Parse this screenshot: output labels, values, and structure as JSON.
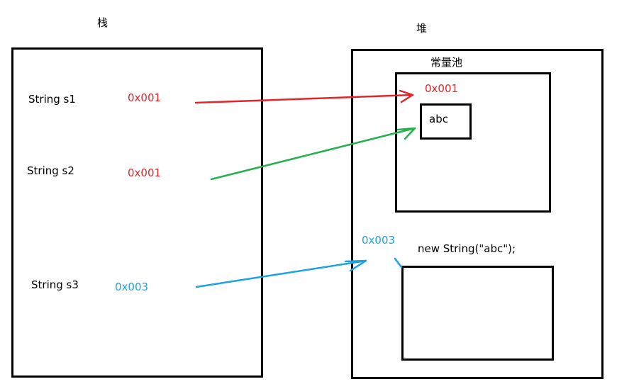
{
  "regions": {
    "stack_title": "栈",
    "heap_title": "堆",
    "pool_title": "常量池"
  },
  "stack": {
    "s1": {
      "label": "String s1",
      "ref": "0x001"
    },
    "s2": {
      "label": "String s2",
      "ref": "0x001"
    },
    "s3": {
      "label": "String s3",
      "ref": "0x003"
    }
  },
  "heap": {
    "pool_address": "0x001",
    "pool_value": "abc",
    "new_object_address": "0x003",
    "new_object_expr": "new String(\"abc\");"
  },
  "colors": {
    "s1_arrow": "#e3242b",
    "s2_arrow": "#22b14c",
    "s3_arrow": "#1aa3e0",
    "ref_red": "#e3242b",
    "ref_blue": "#1aa3e0",
    "box_stroke": "#000000"
  }
}
